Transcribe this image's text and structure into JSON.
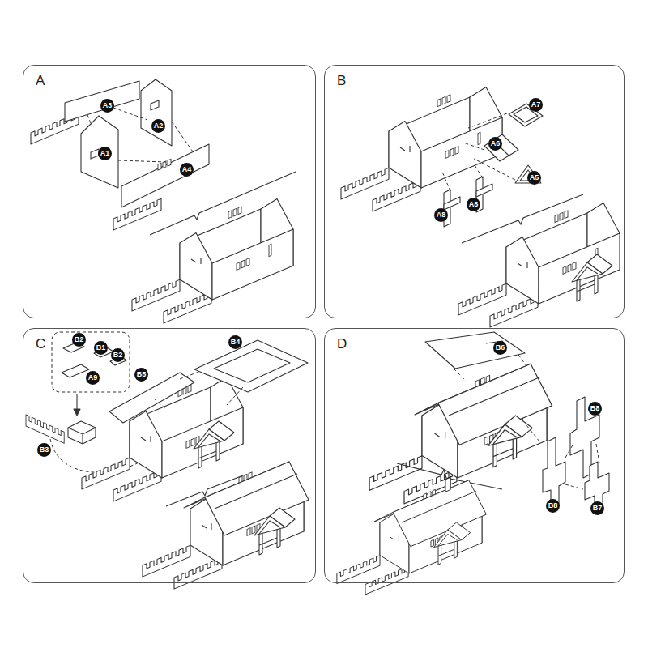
{
  "diagram": {
    "nodes": [
      {
        "text": [
          "A"
        ]
      },
      {
        "text": [
          "A3"
        ],
        "in": 0
      },
      {
        "text": [
          "A2"
        ],
        "in": 0
      },
      {
        "text": [
          "A1"
        ],
        "in": 0
      },
      {
        "text": [
          "A4"
        ],
        "in": 0
      },
      {
        "text": [
          "B"
        ]
      },
      {
        "text": [
          "A7"
        ],
        "in": 5
      },
      {
        "text": [
          "A6"
        ],
        "in": 5
      },
      {
        "text": [
          "A5"
        ],
        "in": 5
      },
      {
        "text": [
          "A8"
        ],
        "in": 5
      },
      {
        "text": [
          "A8"
        ],
        "in": 5
      },
      {
        "text": [
          "C"
        ]
      },
      {
        "text": [
          "B2"
        ],
        "in": 11
      },
      {
        "text": [
          "B1"
        ],
        "in": 11
      },
      {
        "text": [
          "B2"
        ],
        "in": 11
      },
      {
        "text": [
          "A9"
        ],
        "in": 11
      },
      {
        "text": [
          "B4"
        ],
        "in": 11
      },
      {
        "text": [
          "B5"
        ],
        "in": 11
      },
      {
        "text": [
          "B3"
        ],
        "in": 11
      },
      {
        "text": [
          "D"
        ]
      },
      {
        "text": [
          "B6"
        ],
        "in": 19
      },
      {
        "text": [
          "B8"
        ],
        "in": 19
      },
      {
        "text": [
          "B8"
        ],
        "in": 19
      },
      {
        "text": [
          "B7"
        ],
        "in": 19
      }
    ]
  }
}
